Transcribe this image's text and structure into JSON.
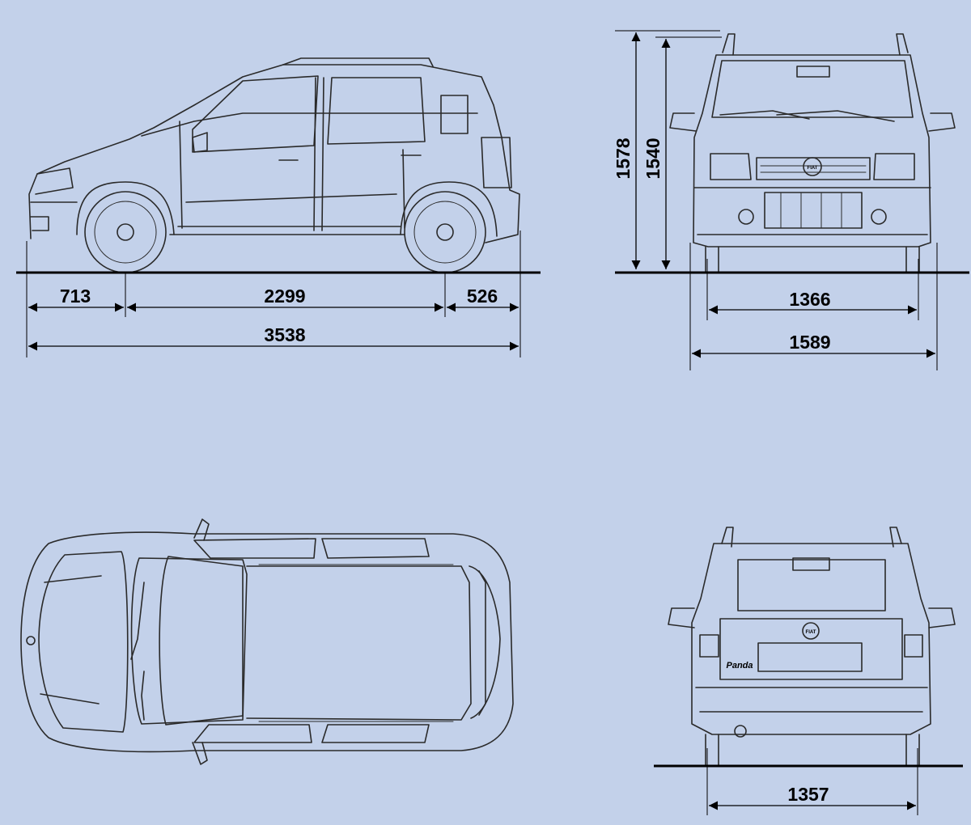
{
  "colors": {
    "background": "#c3d1ea",
    "line": "#000000"
  },
  "side_view": {
    "dim_front_overhang": "713",
    "dim_wheelbase": "2299",
    "dim_rear_overhang": "526",
    "dim_total_length": "3538"
  },
  "front_view": {
    "dim_height_with_rails": "1578",
    "dim_height": "1540",
    "dim_front_track": "1366",
    "dim_width": "1589",
    "badge_text": "FIAT"
  },
  "rear_view": {
    "dim_rear_track": "1357",
    "badge_text": "FIAT",
    "model_script": "Panda"
  }
}
